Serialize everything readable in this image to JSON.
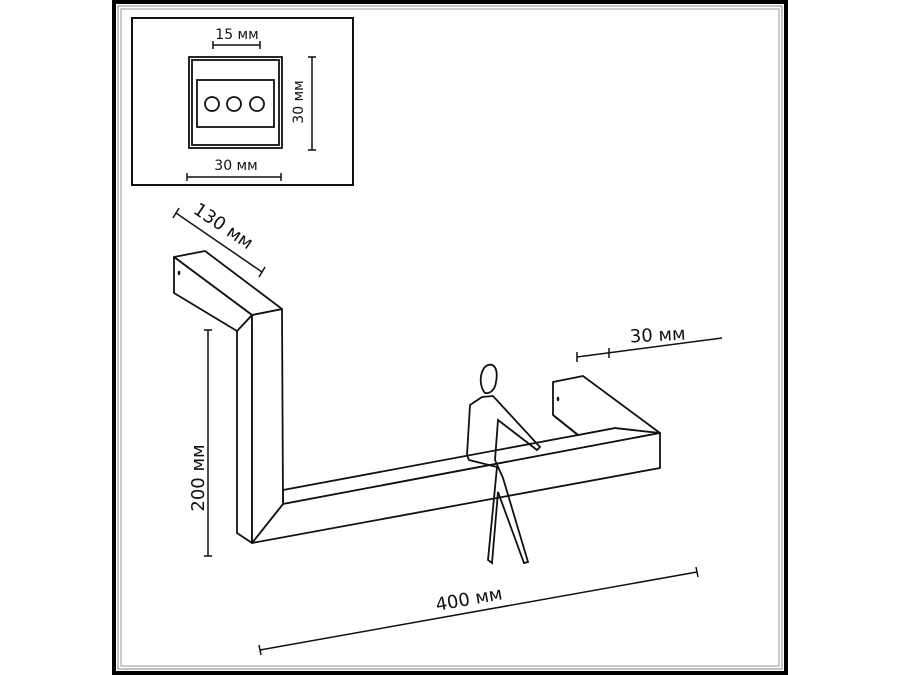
{
  "inset": {
    "width_top": "15 мм",
    "height": "30 мм",
    "width_bottom": "30 мм",
    "led_count": 3
  },
  "dimensions": {
    "depth": "130 мм",
    "height": "200 мм",
    "profile": "30 мм",
    "length": "400 мм"
  },
  "colors": {
    "line": "#111111",
    "frame": "#000000",
    "background": "#ffffff"
  }
}
